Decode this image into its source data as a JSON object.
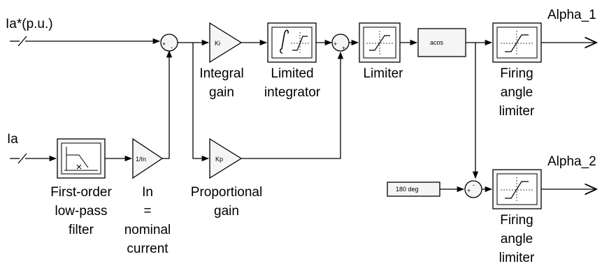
{
  "inputs": {
    "ia_ref": "Ia*(p.u.)",
    "ia": "Ia"
  },
  "outputs": {
    "alpha1": "Alpha_1",
    "alpha2": "Alpha_2"
  },
  "blocks": {
    "ki": "Ki",
    "kp": "Kp",
    "inv_in": "1/In",
    "acos": "acos",
    "const_180": "180 deg"
  },
  "labels": {
    "integral_gain": [
      "Integral",
      "gain"
    ],
    "limited_integrator": [
      "Limited",
      "integrator"
    ],
    "limiter": "Limiter",
    "firing_limiter_1": [
      "Firing",
      "angle",
      "limiter"
    ],
    "firing_limiter_2": [
      "Firing",
      "angle",
      "limiter"
    ],
    "filter": [
      "First-order",
      "low-pass",
      "filter"
    ],
    "in_note": [
      "In",
      "=",
      "nominal",
      "current"
    ],
    "proportional_gain": [
      "Proportional",
      "gain"
    ]
  },
  "sum_signs": {
    "s1_plus_left": "+",
    "s1_minus_bottom": "-",
    "s2_plus_left": "+",
    "s2_plus_bottom": "+",
    "s3_plus_left": "+",
    "s3_minus_top": "-"
  }
}
